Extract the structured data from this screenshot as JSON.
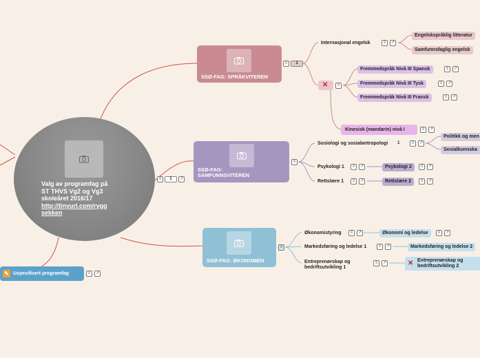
{
  "root": {
    "line1": "Valg av programfag på",
    "line2": "ST THVS Vg2 og Vg3",
    "line3": "skoleåret 2016/17",
    "link": "http://tinyurl.com/rygg",
    "link2": "sekken",
    "badge": "1"
  },
  "spraak": {
    "title": "SSØ-FAG: SPRÅKVITEREN",
    "badge": "1",
    "internasjonal": "Internasjonal engelsk",
    "engelsksprakig": "Engelskspråklig litteratur",
    "samfunnsfaglig": "Samfunnsfaglig engelsk",
    "spansk": "Fremmedspråk Nivå III Spansk",
    "tysk": "Fremmedspråk Nivå III Tysk",
    "fransk": "Fremmedspråk Nivå III Fransk",
    "kinesisk": "Kinesisk (mandarin) nivå I"
  },
  "samfunn": {
    "title1": "SSØ-FAG:",
    "title2": "SAMFUNNSVITEREN",
    "sosiologi": "Sosiologi og sosialantropologi",
    "comment_count": "1",
    "politikk": "Politikk og men",
    "sosialkunnskap": "Sosialkunnska",
    "psykologi1": "Psykologi 1",
    "psykologi2": "Psykologi 2",
    "rettslaere1": "Rettslære 1",
    "rettslaere2": "Rettslære 2"
  },
  "okonomi": {
    "title": "SSØ-FAG: ØKONOMEN",
    "okonomistyring": "Økonomistyring",
    "okonomiledelse": "Økonomi og ledelse",
    "markedsforing1": "Markedsføring og ledelse 1",
    "markedsforing2": "Markedsføring og ledelse 2",
    "entre1_a": "Entreprenørskap og",
    "entre1_b": "bedriftsutvikling 1",
    "entre2_a": "Entreprenørskap og",
    "entre2_b": "bedriftsutvikling 2"
  },
  "uspesifisert": "Uspesifisert programfag",
  "colors": {
    "background": "#f8f0e6",
    "spraak": "#c98a91",
    "samfunn": "#a596bf",
    "okonomi": "#8fc0d6",
    "link": "#d35050"
  }
}
